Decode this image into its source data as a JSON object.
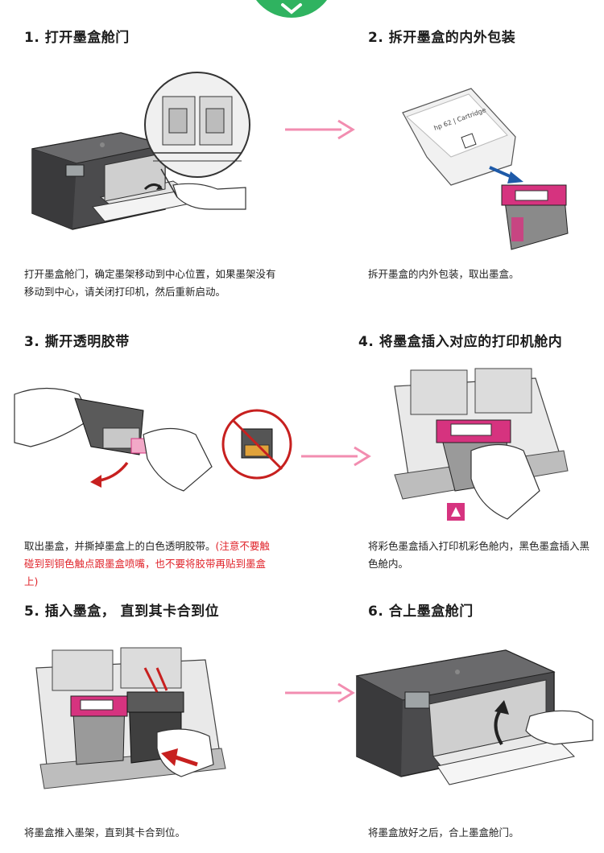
{
  "steps": [
    {
      "title": "1. 打开墨盒舱门",
      "desc": "打开墨盒舱门，确定墨架移动到中心位置，如果墨架没有移动到中心，请关闭打印机，然后重新启动。"
    },
    {
      "title": "2. 拆开墨盒的内外包装",
      "desc": "拆开墨盒的内外包装，取出墨盒。"
    },
    {
      "title": "3. 撕开透明胶带",
      "desc": "取出墨盒，并撕掉墨盒上的白色透明胶带。",
      "warning": "(注意不要触碰到到铜色触点跟墨盒喷嘴，也不要将胶带再贴到墨盒上)"
    },
    {
      "title": "4. 将墨盒插入对应的打印机舱内",
      "desc": "将彩色墨盒插入打印机彩色舱内，黑色墨盒插入黑色舱内。"
    },
    {
      "title": "5. 插入墨盒，  直到其卡合到位",
      "desc": "将墨盒推入墨架，直到其卡合到位。"
    },
    {
      "title": "6. 合上墨盒舱门",
      "desc": "将墨盒放好之后，合上墨盒舱门。"
    }
  ],
  "package_text": "hp 62 | Cartridge",
  "colors": {
    "arrow": "#f28db0",
    "magenta": "#d6337f",
    "red_arrow": "#c7201f",
    "badge": "#2fb360",
    "warning": "#e0242b"
  }
}
